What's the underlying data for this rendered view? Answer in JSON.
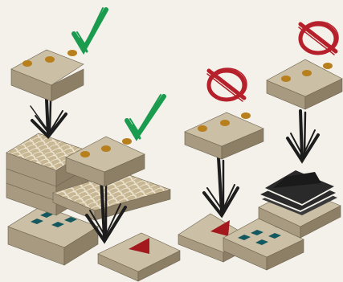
{
  "colors": {
    "background": "#f3f1ea",
    "block_top": "#cbbfa5",
    "block_front": "#a79a80",
    "block_side": "#8c7f66",
    "block_edge": "#6e634f",
    "scales_top": "#c8b793",
    "scales_line": "#efe7d6",
    "dot": "#b87f1d",
    "square": "#13585f",
    "triangle": "#a3191d",
    "check": "#1a9b4e",
    "no_sign": "#b5202b",
    "dark_slab": "#2a2a2a",
    "arrow": "#1d1d1d"
  },
  "panels": [
    {
      "status": "accepted",
      "status_icon": "check-mark-icon",
      "falling_tile": "three-dots-tile"
    },
    {
      "status": "accepted",
      "status_icon": "check-mark-icon",
      "falling_tile": "three-dots-tile"
    },
    {
      "status": "rejected",
      "status_icon": "prohibition-icon",
      "falling_tile": "three-dots-tile"
    },
    {
      "status": "rejected",
      "status_icon": "prohibition-icon",
      "falling_tile": "three-dots-tile"
    }
  ]
}
